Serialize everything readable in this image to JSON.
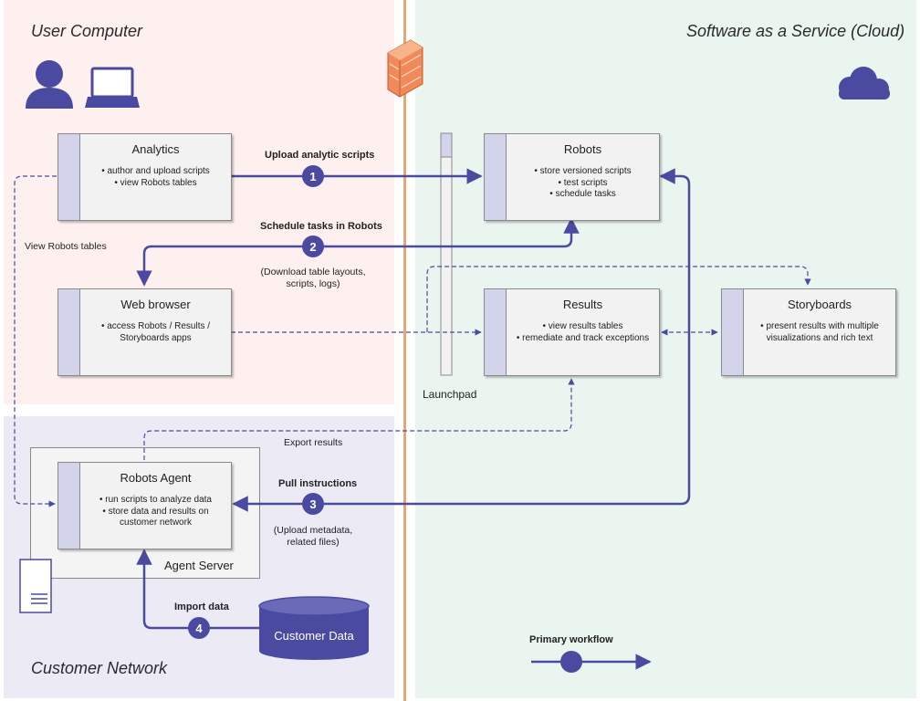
{
  "zones": {
    "user_computer": "User Computer",
    "saas": "Software as a Service (Cloud)",
    "customer_network": "Customer Network"
  },
  "boxes": {
    "analytics": {
      "title": "Analytics",
      "items": [
        "author and upload scripts",
        "view Robots tables"
      ]
    },
    "robots": {
      "title": "Robots",
      "items": [
        "store versioned scripts",
        "test scripts",
        "schedule tasks"
      ]
    },
    "web_browser": {
      "title": "Web browser",
      "items": [
        "access Robots / Results /",
        "Storyboards apps"
      ]
    },
    "results": {
      "title": "Results",
      "items": [
        "view results tables",
        "remediate and track exceptions"
      ]
    },
    "storyboards": {
      "title": "Storyboards",
      "items": [
        "present results with multiple",
        "visualizations and rich text"
      ]
    },
    "robots_agent": {
      "title": "Robots Agent",
      "items": [
        "run scripts to analyze data",
        "store data and results on",
        "customer network"
      ]
    }
  },
  "labels": {
    "upload_scripts": "Upload analytic scripts",
    "schedule_tasks": "Schedule tasks in Robots",
    "download_note": "(Download table layouts, scripts, logs)",
    "view_robots_tables": "View Robots tables",
    "launchpad": "Launchpad",
    "export_results": "Export results",
    "pull_instructions": "Pull instructions",
    "upload_metadata_note": "(Upload metadata, related files)",
    "agent_server": "Agent Server",
    "import_data": "Import data",
    "customer_data": "Customer Data",
    "primary_workflow": "Primary workflow"
  },
  "steps": [
    "1",
    "2",
    "3",
    "4"
  ],
  "colors": {
    "accent": "#4a4aa0",
    "user_zone": "#fdf0ee",
    "saas_zone": "#eaf5f0",
    "customer_zone": "#eceaf5",
    "divider": "#e8a673",
    "box_strip": "#d3d3ec"
  },
  "icons": [
    "person-icon",
    "laptop-icon",
    "firewall-icon",
    "cloud-icon",
    "server-icon",
    "database-icon"
  ]
}
